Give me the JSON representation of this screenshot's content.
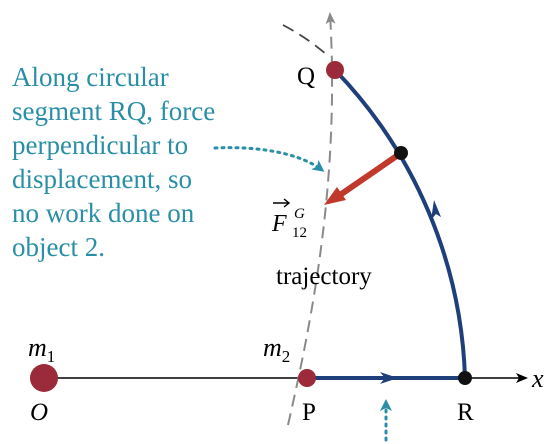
{
  "colors": {
    "path": "#1f3f7a",
    "mass": "#9b2a3a",
    "force_arrow": "#c0392b",
    "annotation": "#2a8fa6",
    "trajectory": "#8a8a8a",
    "axis": "#000000"
  },
  "annotation": {
    "lines": [
      "Along circular",
      "segment RQ, force",
      "perpendicular to",
      "displacement, so",
      "no work done on",
      "object 2."
    ]
  },
  "labels": {
    "m1": "m",
    "m1_sub": "1",
    "m2": "m",
    "m2_sub": "2",
    "O": "O",
    "P": "P",
    "R": "R",
    "Q": "Q",
    "x": "x",
    "trajectory": "trajectory",
    "force_F": "F",
    "force_sup": "G",
    "force_sub": "12"
  }
}
